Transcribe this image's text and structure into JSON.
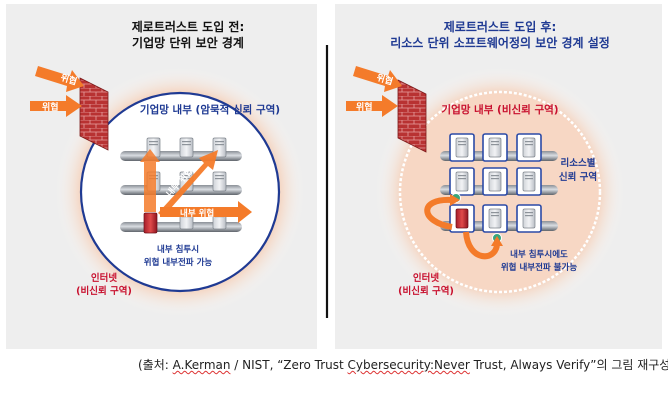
{
  "left": {
    "title_line1": "제로트러스트 도입 전:",
    "title_line2": "기업망 단위 보안 경계",
    "threat_top": "위협",
    "threat_mid": "위협",
    "zone_label": "기업망 내부 (암묵적 신뢰 구역)",
    "internal_threat_diag": "내부 위협",
    "internal_threat_horiz": "내부 위협",
    "intrusion_line1": "내부 침투시",
    "intrusion_line2": "위협 내부전파 가능",
    "internet_line1": "인터넷",
    "internet_line2": "(비신뢰 구역)"
  },
  "right": {
    "title_line1": "제로트러스트 도입 후:",
    "title_line2": "리소스 단위 소프트웨어정의 보안 경계 설정",
    "threat_top": "위협",
    "threat_mid": "위협",
    "zone_label": "기업망 내부 (비신뢰 구역)",
    "resource_line1": "리소스별",
    "resource_line2": "신뢰 구역",
    "intrusion_line1": "내부 침투시에도",
    "intrusion_line2": "위협 내부전파 불가능",
    "internet_line1": "인터넷",
    "internet_line2": "(비신뢰 구역)"
  },
  "caption": {
    "prefix": "(출처: ",
    "author": "A.Kerman",
    "mid": " / NIST, “Zero Trust ",
    "word1": "Cybersecurity:Never",
    "suffix": " Trust, Always Verify”의 그림 재구성)↵"
  },
  "colors": {
    "threat_orange": "#f47b2a",
    "zone_blue": "#1f3a93",
    "label_red": "#c8102e",
    "wall_red": "#b22a2a",
    "glow": "#f6b08a"
  }
}
